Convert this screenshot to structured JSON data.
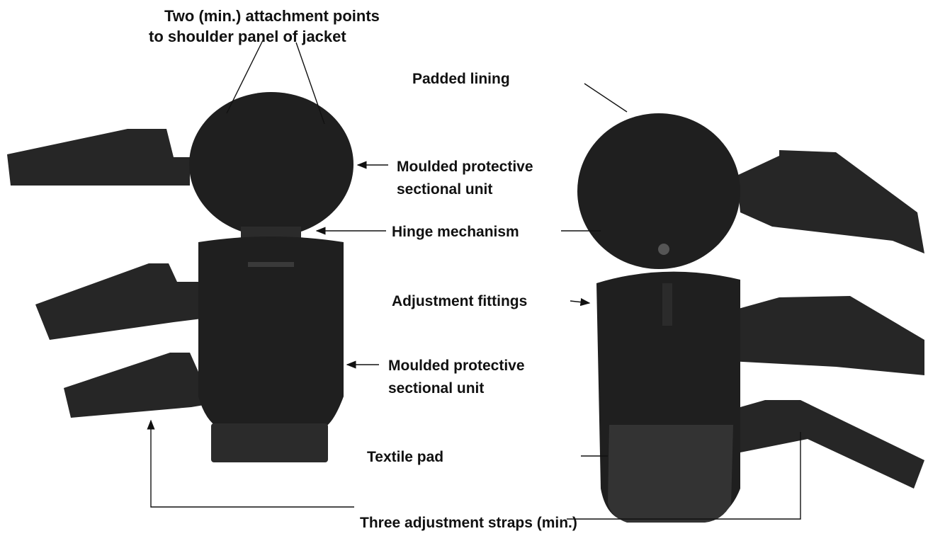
{
  "labels": {
    "attachment_line1": "Two (min.) attachment points",
    "attachment_line2": "to shoulder panel of jacket",
    "padded_lining": "Padded lining",
    "moulded_upper_line1": "Moulded protective",
    "moulded_upper_line2": "sectional unit",
    "hinge": "Hinge mechanism",
    "adjustment_fittings": "Adjustment fittings",
    "moulded_lower_line1": "Moulded protective",
    "moulded_lower_line2": "sectional unit",
    "textile_pad": "Textile pad",
    "straps": "Three adjustment straps (min.)"
  },
  "colors": {
    "protector": "#1f1f1f",
    "strap": "#262626",
    "line": "#111111"
  }
}
